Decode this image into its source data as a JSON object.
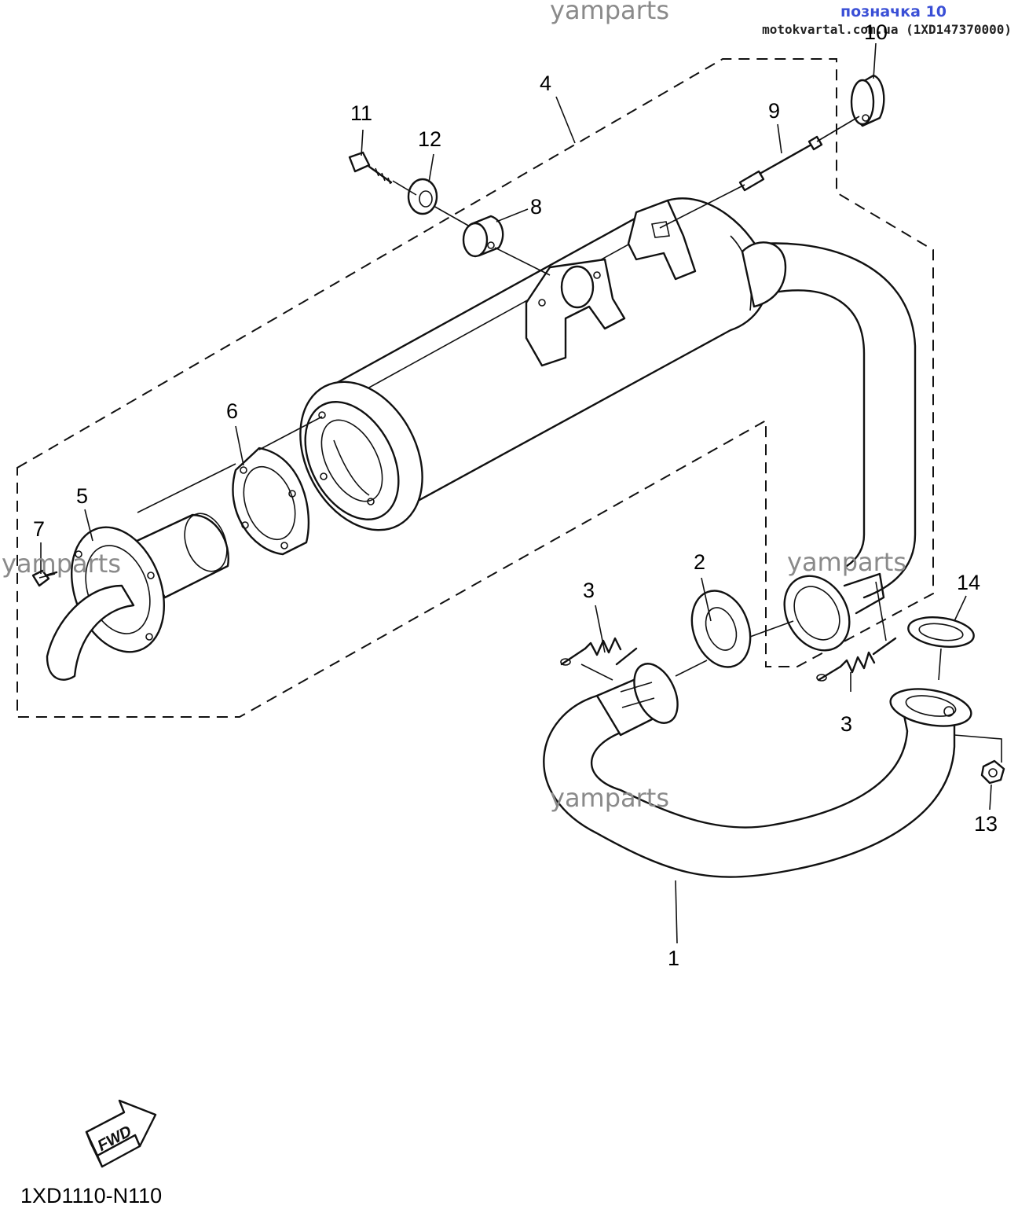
{
  "header": {
    "watermark_top": "yamparts",
    "tag_label": "позначка 10",
    "site_ref": "motokvartal.com.ua (1XD147370000)"
  },
  "watermarks": [
    "yamparts",
    "yamparts",
    "yamparts"
  ],
  "callouts": [
    {
      "id": "c1",
      "label": "1"
    },
    {
      "id": "c2",
      "label": "2"
    },
    {
      "id": "c3a",
      "label": "3"
    },
    {
      "id": "c3b",
      "label": "3"
    },
    {
      "id": "c4",
      "label": "4"
    },
    {
      "id": "c5",
      "label": "5"
    },
    {
      "id": "c6",
      "label": "6"
    },
    {
      "id": "c7",
      "label": "7"
    },
    {
      "id": "c8",
      "label": "8"
    },
    {
      "id": "c9",
      "label": "9"
    },
    {
      "id": "c10",
      "label": "10"
    },
    {
      "id": "c11",
      "label": "11"
    },
    {
      "id": "c12",
      "label": "12"
    },
    {
      "id": "c13",
      "label": "13"
    },
    {
      "id": "c14",
      "label": "14"
    }
  ],
  "fwd_label": "FWD",
  "diagram_code": "1XD1110-N110"
}
